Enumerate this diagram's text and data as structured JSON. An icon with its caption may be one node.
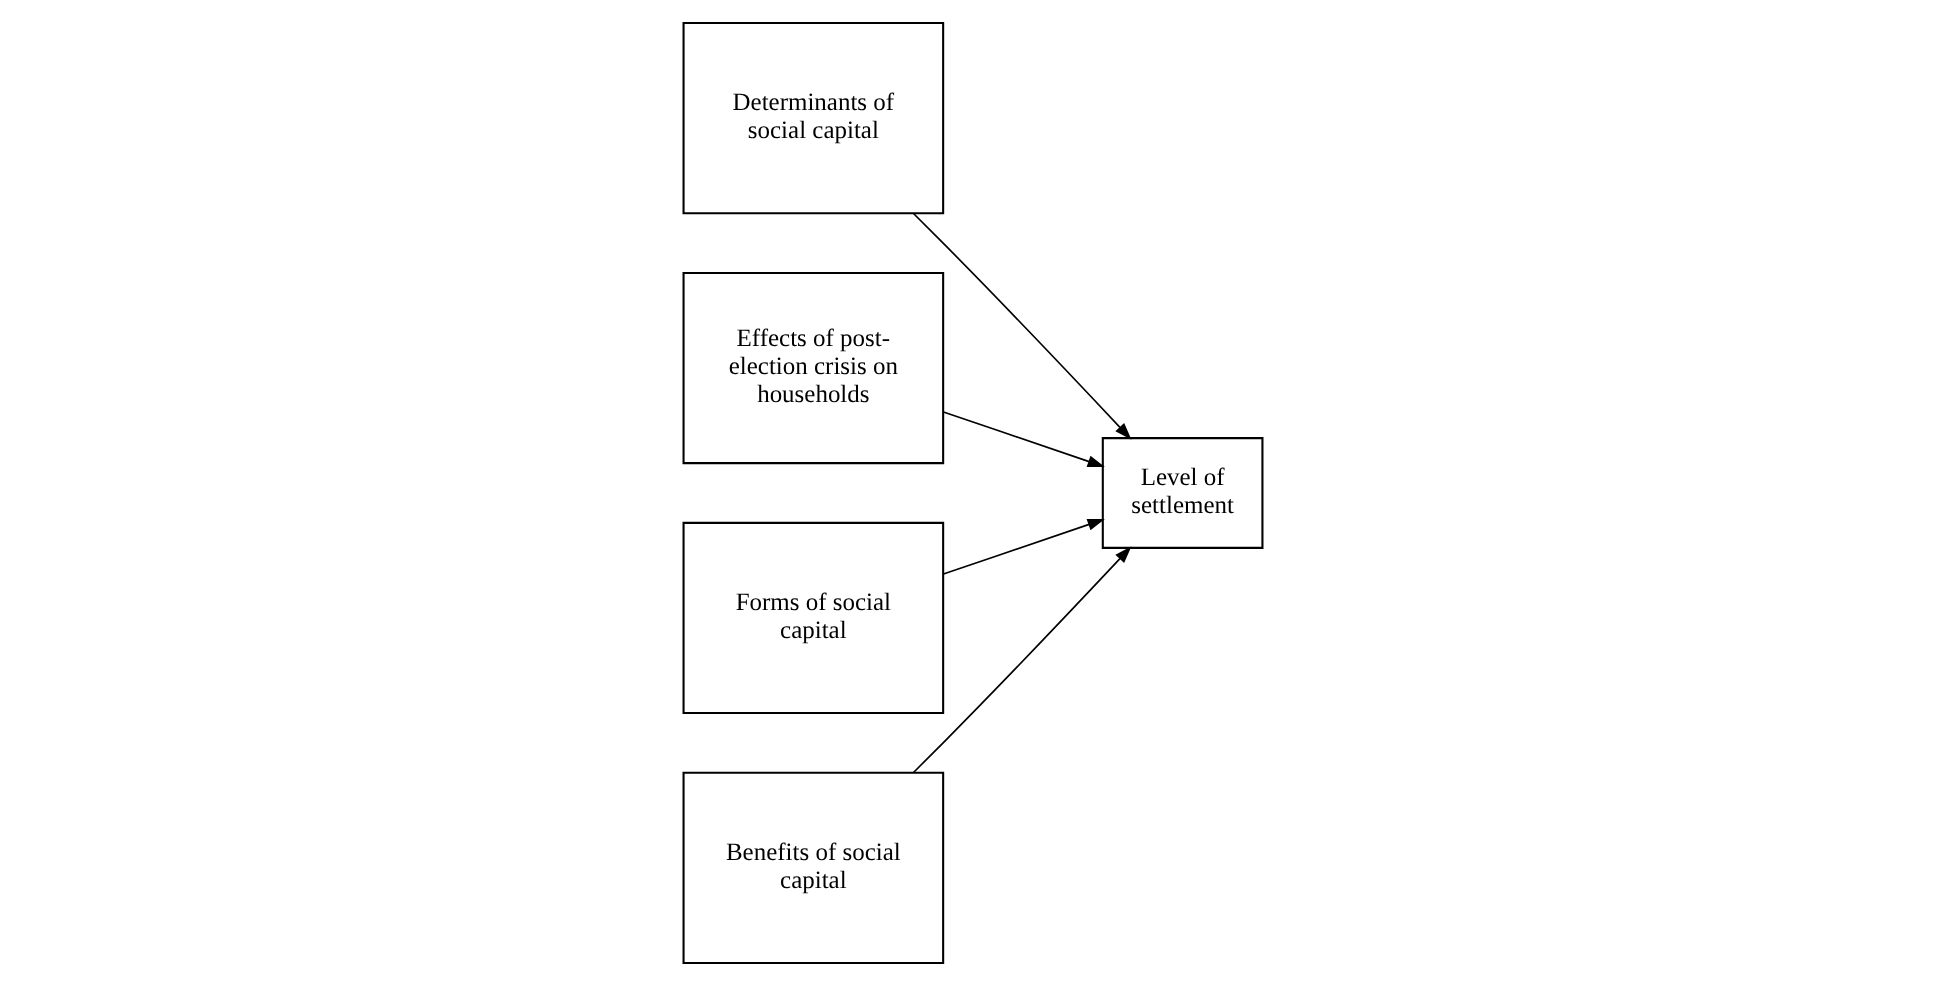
{
  "diagram": {
    "nodes": [
      {
        "text": [
          "Determinants of social capital"
        ]
      },
      {
        "text": [
          "Effects of post-election crisis on households"
        ]
      },
      {
        "text": [
          "Level of settlement"
        ]
      },
      {
        "text": [
          "Forms of social capital"
        ]
      },
      {
        "text": [
          "Benefits of social capital"
        ]
      }
    ],
    "edges": [
      {
        "from": 0,
        "to": 2,
        "arrow": "to"
      },
      {
        "from": 1,
        "to": 2,
        "arrow": "to"
      },
      {
        "from": 3,
        "to": 2,
        "arrow": "to"
      },
      {
        "from": 4,
        "to": 2,
        "arrow": "to"
      }
    ]
  }
}
